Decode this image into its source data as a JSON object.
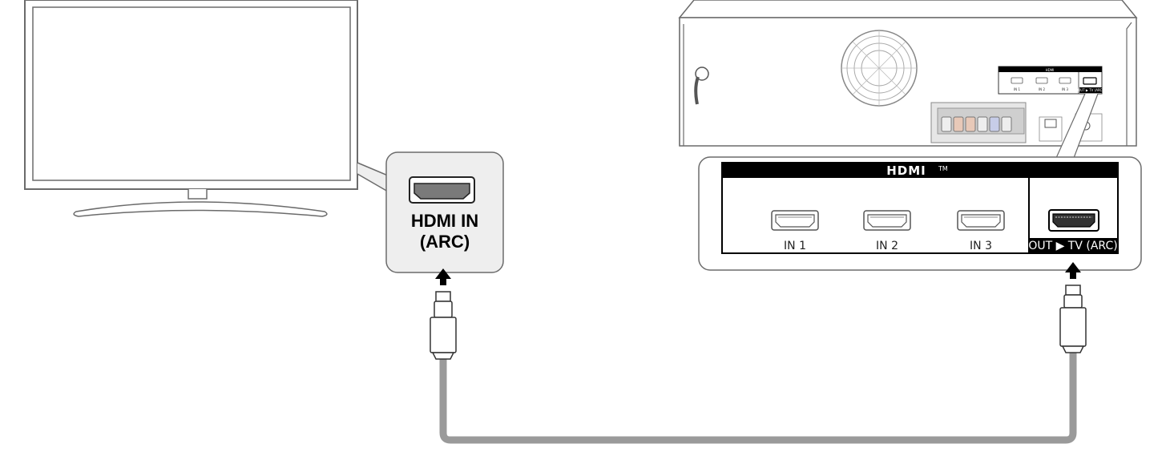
{
  "tv_callout": {
    "line1": "HDMI IN",
    "line2": "(ARC)"
  },
  "hdmi_panel": {
    "logo": "HDMI",
    "trademark": "TM",
    "ports": [
      "IN 1",
      "IN 2",
      "IN 3"
    ],
    "output_port": "OUT ▶ TV (ARC)"
  },
  "colors": {
    "outline": "#6b6b6b",
    "callout_fill": "#eeeeee",
    "port_fill": "#7a7a7a",
    "cable": "#9a9a9a",
    "panel_bar": "#000000"
  },
  "icons": [
    "tv-icon",
    "hdmi-port-icon",
    "arrow-up-icon",
    "hdmi-plug-icon",
    "sound-bar-icon",
    "speaker-grille-icon",
    "cable-icon"
  ]
}
